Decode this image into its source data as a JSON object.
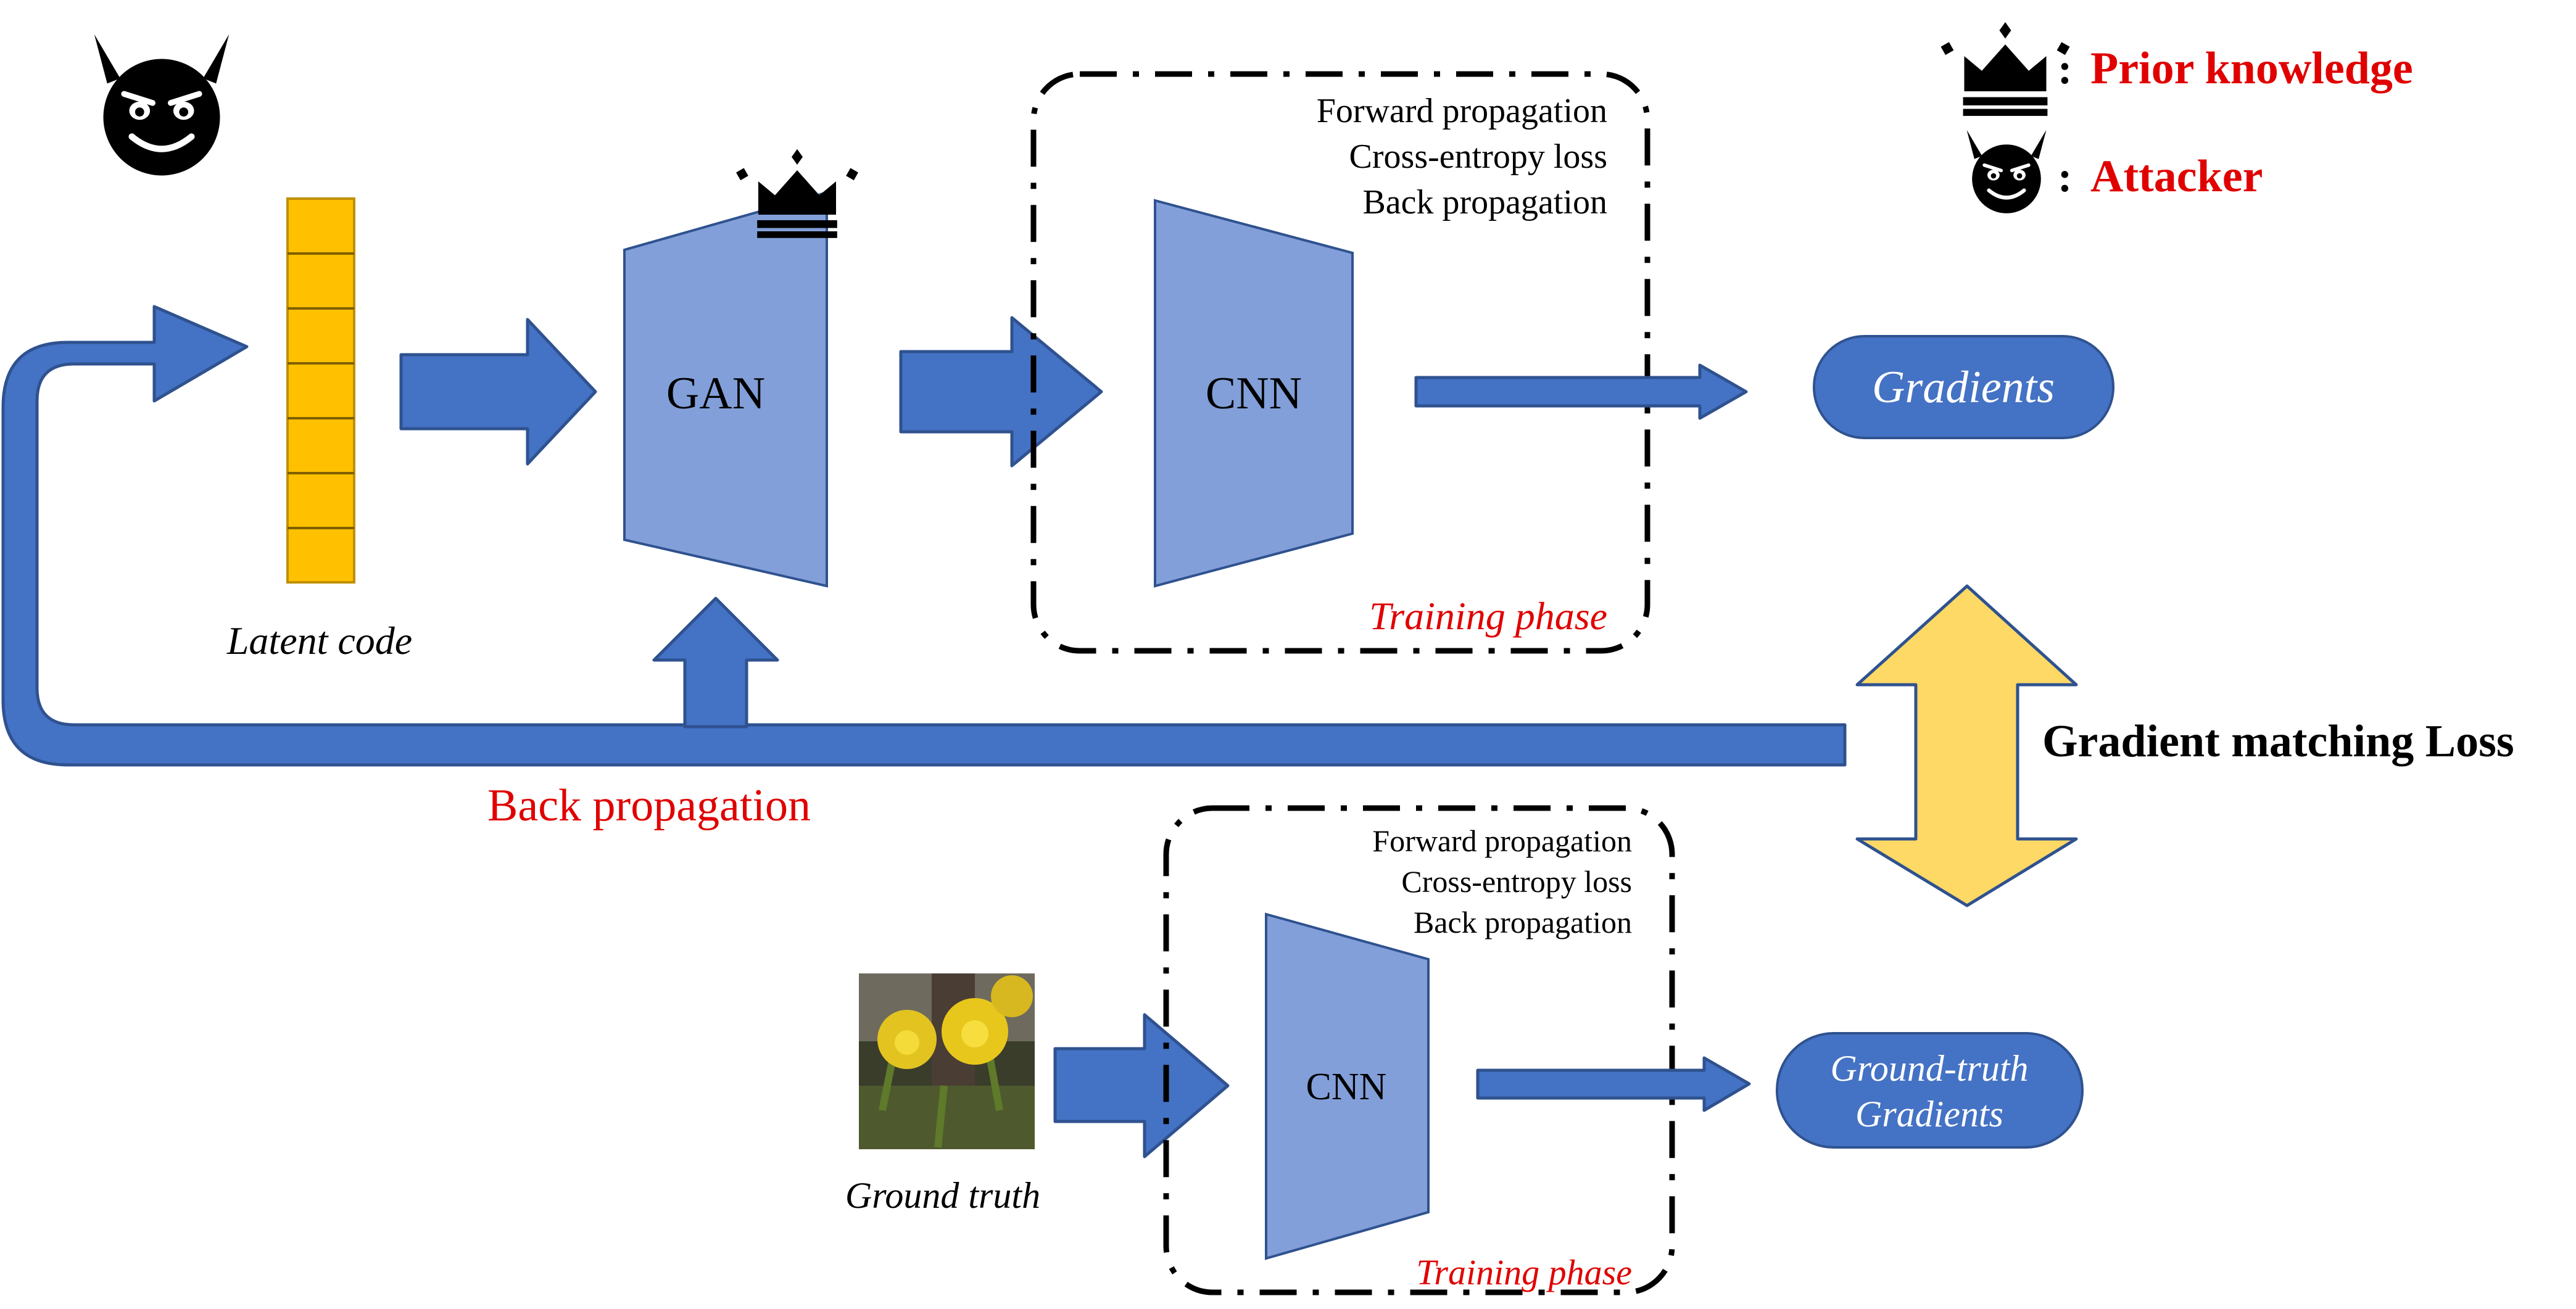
{
  "labels": {
    "latent_code": "Latent code",
    "gan": "GAN",
    "cnn_top": "CNN",
    "cnn_bottom": "CNN",
    "gradients": "Gradients",
    "ground_truth_gradients_line1": "Ground-truth",
    "ground_truth_gradients_line2": "Gradients",
    "ground_truth": "Ground truth",
    "back_propagation": "Back propagation",
    "gradient_matching_loss": "Gradient matching Loss"
  },
  "training_box_top": {
    "steps": [
      "Forward propagation",
      "Cross-entropy loss",
      "Back propagation"
    ],
    "caption": "Training phase"
  },
  "training_box_bottom": {
    "steps": [
      "Forward propagation",
      "Cross-entropy loss",
      "Back propagation"
    ],
    "caption": "Training phase"
  },
  "legend": {
    "prior_knowledge": "Prior knowledge",
    "attacker": "Attacker",
    "separator": ":"
  },
  "icons": {
    "attacker": "devil-face-icon",
    "prior_knowledge": "crown-icon",
    "ground_truth_image": "daffodil-photo"
  },
  "colors": {
    "arrow_blue": "#4472C4",
    "arrow_stroke": "#2F528F",
    "network_fill": "#829FD9",
    "latent_fill": "#FFC000",
    "loss_arrow_fill": "#FFD966",
    "red_text": "#E00000",
    "pill_fill": "#4472C4"
  }
}
